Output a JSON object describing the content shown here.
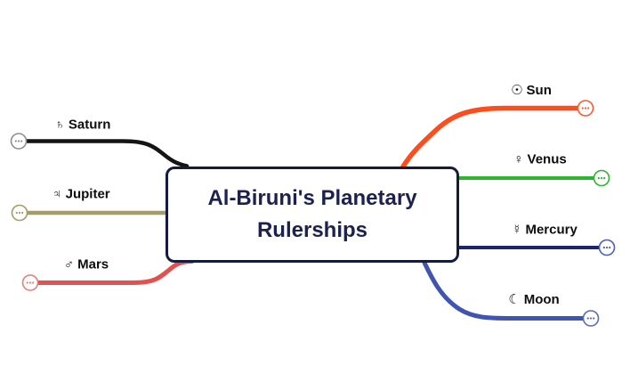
{
  "root": {
    "title": "Al-Biruni's Planetary Rulerships",
    "title_lines": [
      "Al-Biruni's Planetary",
      "Rulerships"
    ],
    "text_color": "#1b2150",
    "border_color": "#151b3d",
    "fill": "#ffffff"
  },
  "branches": [
    {
      "name": "saturn",
      "symbol": "♄",
      "label": "Saturn",
      "side": "left",
      "color": "#141414",
      "tip_color": "#8f8f8f",
      "expand_dots": "..."
    },
    {
      "name": "jupiter",
      "symbol": "♃",
      "label": "Jupiter",
      "side": "left",
      "color": "#a59c66",
      "tip_color": "#a59c66",
      "expand_dots": "..."
    },
    {
      "name": "mars",
      "symbol": "♂",
      "label": "Mars",
      "side": "left",
      "color": "#e4504e",
      "tip_color": "#ef7b79",
      "expand_dots": "..."
    },
    {
      "name": "sun",
      "symbol": "☉",
      "label": "Sun",
      "side": "right",
      "color": "#fe4d1c",
      "tip_color": "#fe5a2e",
      "expand_dots": "..."
    },
    {
      "name": "venus",
      "symbol": "♀",
      "label": "Venus",
      "side": "right",
      "color": "#2eb42e",
      "tip_color": "#2eb42e",
      "expand_dots": "..."
    },
    {
      "name": "mercury",
      "symbol": "☿",
      "label": "Mercury",
      "side": "right",
      "color": "#1b2470",
      "tip_color": "#4b5cc4",
      "expand_dots": "..."
    },
    {
      "name": "moon",
      "symbol": "☾",
      "label": "Moon",
      "side": "right",
      "color": "#4154b0",
      "tip_color": "#5a68c0",
      "expand_dots": "..."
    }
  ]
}
